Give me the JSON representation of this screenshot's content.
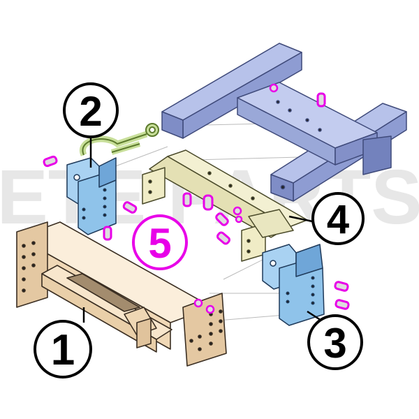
{
  "callouts": [
    {
      "id": "1",
      "label": "1"
    },
    {
      "id": "2",
      "label": "2"
    },
    {
      "id": "3",
      "label": "3"
    },
    {
      "id": "4",
      "label": "4"
    },
    {
      "id": "5",
      "label": "5"
    }
  ],
  "watermark": "ETE PARTS",
  "colors": {
    "frame": "#9aa8d8",
    "frame_stroke": "#3f4a7a",
    "bumper": "#f6e2c6",
    "bumper_stroke": "#5a4a3a",
    "bracket": "#8fc3ea",
    "crossbar": "#efeccb",
    "shackle": "#c8df9a",
    "hardware_highlight": "#e800e8",
    "hardware": "#d8d8d8",
    "callout_stroke": "#000000",
    "callout_fill": "#ffffff"
  },
  "icons": {
    "callout_shape": "circle",
    "hardware_shape": "bolt"
  }
}
